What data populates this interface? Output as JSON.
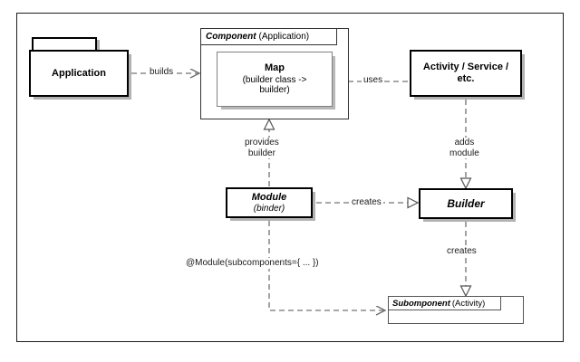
{
  "diagram": {
    "title": "Dagger component / builder UML diagram",
    "background": "#ffffff",
    "frame_color": "#1c1c1c",
    "line_color": "#8c8c8c",
    "text_color": "#1a1a1a"
  },
  "nodes": {
    "application": {
      "label": "Application",
      "shape": "package"
    },
    "component": {
      "stereotype": "Component",
      "qualifier": "(Application)",
      "shape": "note-container"
    },
    "map": {
      "title": "Map",
      "line2": "(builder class ->",
      "line3": "builder)",
      "shape": "box"
    },
    "activity": {
      "line1": "Activity / Service /",
      "line2": "etc.",
      "shape": "box"
    },
    "module": {
      "title": "Module",
      "subtitle": "(binder)",
      "shape": "box"
    },
    "builder": {
      "title": "Builder",
      "shape": "box"
    },
    "subcomponent": {
      "stereotype": "Subomponent",
      "qualifier": "(Activity)",
      "shape": "note-container"
    }
  },
  "edges": {
    "builds": {
      "label": "builds",
      "from": "application",
      "to": "map",
      "arrow": "open"
    },
    "uses": {
      "label": "uses",
      "from": "activity",
      "to": "map",
      "arrow": "open"
    },
    "provides_builder": {
      "label_line1": "provides",
      "label_line2": "builder",
      "from": "module",
      "to": "map",
      "arrow": "hollow-triangle"
    },
    "adds_module": {
      "label_line1": "adds",
      "label_line2": "module",
      "from": "activity",
      "to": "builder",
      "arrow": "hollow-triangle"
    },
    "creates_builder": {
      "label": "creates",
      "from": "module",
      "to": "builder",
      "arrow": "hollow-triangle"
    },
    "creates_subcomponent": {
      "label": "creates",
      "from": "builder",
      "to": "subcomponent",
      "arrow": "hollow-triangle"
    },
    "module_subcomponents": {
      "label": "@Module(subcomponents={ ... })",
      "from": "module",
      "to": "subcomponent",
      "arrow": "open"
    }
  }
}
